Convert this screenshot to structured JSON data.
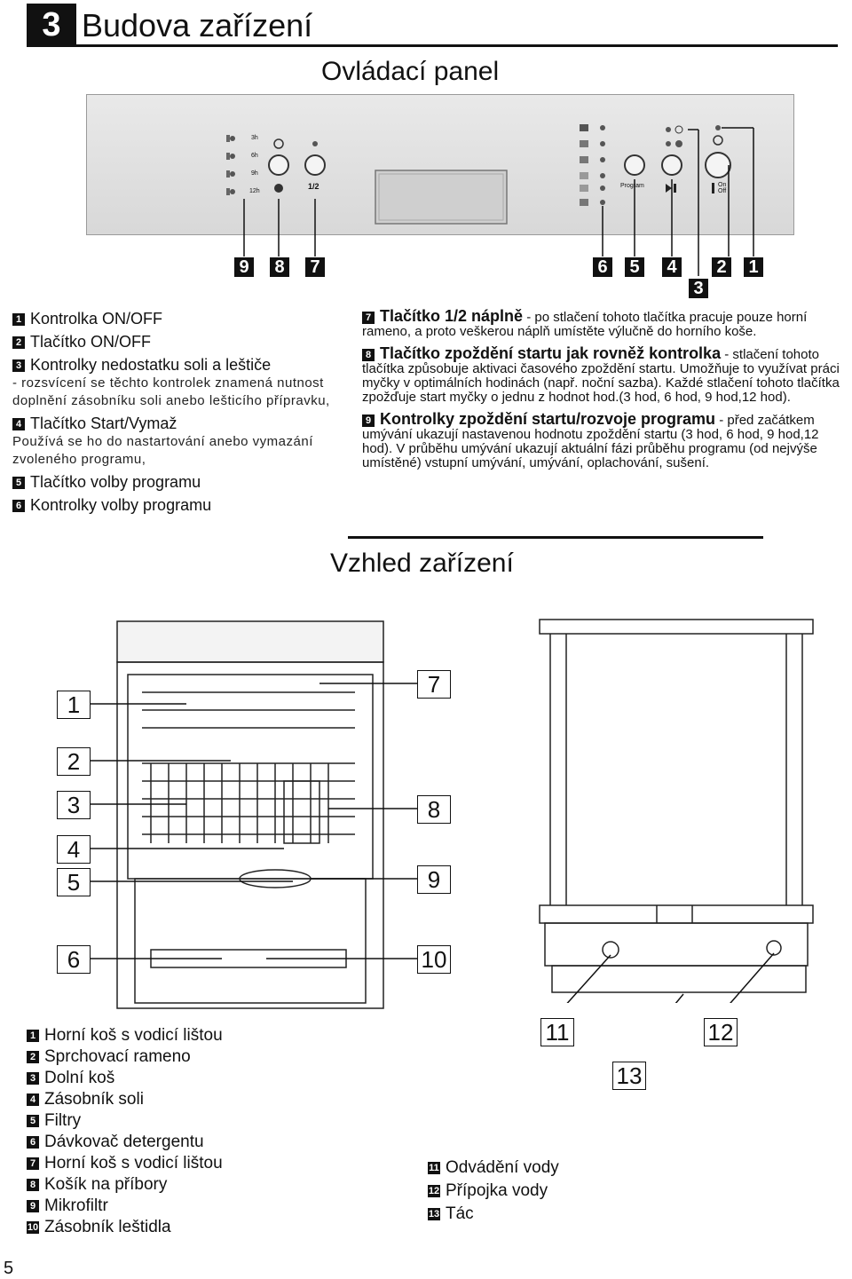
{
  "chapter": {
    "number": "3",
    "title": "Budova zařízení"
  },
  "control_panel": {
    "title": "Ovládací panel",
    "panel_labels": {
      "h3": "3h",
      "h6": "6h",
      "h9": "9h",
      "h12": "12h",
      "half": "1/2",
      "program": "Program",
      "on": "On",
      "off": "Off"
    },
    "callouts_left": [
      "9",
      "8",
      "7"
    ],
    "callouts_right": [
      "6",
      "5",
      "4",
      "2",
      "1"
    ],
    "callout_3": "3"
  },
  "left_items": [
    {
      "num": "1",
      "title": "Kontrolka ON/OFF",
      "desc": ""
    },
    {
      "num": "2",
      "title": "Tlačítko ON/OFF",
      "desc": ""
    },
    {
      "num": "3",
      "title": "Kontrolky nedostatku soli  a leštiče",
      "desc": "- rozsvícení se těchto kontrolek znamená nutnost doplnění zásobníku soli anebo lešticího přípravku,"
    },
    {
      "num": "4",
      "title": "Tlačítko Start/Vymaž",
      "desc": "Používá se ho do nastartování anebo vymazání zvoleného programu,"
    },
    {
      "num": "5",
      "title": "Tlačítko volby programu",
      "desc": ""
    },
    {
      "num": "6",
      "title": "Kontrolky volby programu",
      "desc": ""
    }
  ],
  "right_items": [
    {
      "num": "7",
      "title": "Tlačítko 1/2 náplně",
      "desc": "- po stlačení tohoto tlačítka pracuje pouze horní rameno, a proto veškerou náplň umístěte výlučně do horního koše."
    },
    {
      "num": "8",
      "title": "Tlačítko zpoždění startu jak rovněž kontrolka",
      "desc": "- stlačení tohoto tlačítka způsobuje aktivaci časového zpoždění startu. Umožňuje to využívat práci myčky v optimálních hodinách (např. noční sazba). Každé stlačení tohoto tlačítka zpožďuje start myčky o jednu z hodnot hod.(3 hod, 6 hod, 9 hod,12 hod)."
    },
    {
      "num": "9",
      "title": "Kontrolky zpoždění startu/rozvoje programu",
      "desc": "- před začátkem umývání ukazují nastavenou hodnotu zpoždění startu (3 hod, 6 hod, 9 hod,12 hod). V průběhu umývání ukazují aktuální fázi průběhu programu (od nejvýše umístěné) vstupní umývání, umývání, oplachování, sušení."
    }
  ],
  "appearance": {
    "title": "Vzhled zařízení",
    "left_callouts": [
      "1",
      "2",
      "3",
      "4",
      "5",
      "6"
    ],
    "right_callouts": [
      "7",
      "8",
      "9",
      "10"
    ],
    "frame_callouts": [
      "11",
      "12",
      "13"
    ],
    "legend_left": [
      {
        "num": "1",
        "text": "Horní koš s vodicí lištou"
      },
      {
        "num": "2",
        "text": "Sprchovací rameno"
      },
      {
        "num": "3",
        "text": "Dolní koš"
      },
      {
        "num": "4",
        "text": "Zásobník soli"
      },
      {
        "num": "5",
        "text": "Filtry"
      },
      {
        "num": "6",
        "text": "Dávkovač detergentu"
      },
      {
        "num": "7",
        "text": "Horní koš s vodicí lištou"
      },
      {
        "num": "8",
        "text": "Košík na příbory"
      },
      {
        "num": "9",
        "text": "Mikrofiltr"
      },
      {
        "num": "10",
        "text": "Zásobník leštidla"
      }
    ],
    "legend_right": [
      {
        "num": "11",
        "text": "Odvádění vody"
      },
      {
        "num": "12",
        "text": "Přípojka vody"
      },
      {
        "num": "13",
        "text": "Tác"
      }
    ]
  },
  "page_number": "5"
}
